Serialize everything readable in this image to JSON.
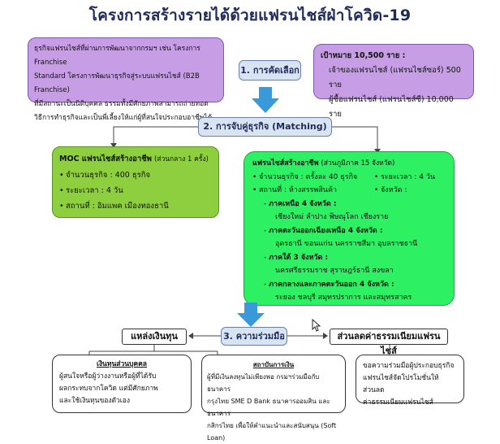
{
  "title": "โครงการสร้างรายได้ด้วยแฟรนไชส์ฝ่าโควิด-19",
  "left_box": {
    "lines": [
      "ธุรกิจแฟรนไชส์ที่ผ่านการพัฒนาจากกรมฯ เช่น โครงการ Franchise",
      "Standard โครงการพัฒนาธุรกิจสู่ระบบแฟรนไชส์ (B2B  Franchise)",
      "ที่มีสถานะเป็นนิติบุคคล ธรรมทั้งมีศักยภาพสามารถถ่ายทอด",
      "วิธีการทำธุรกิจและเป็นพี่เลี้ยงให้แก่ผู้ที่สนใจประกอบอาชีพได้"
    ]
  },
  "step1": "1. การคัดเลือก",
  "right_box": {
    "target": "เป้าหมาย 10,500 ราย :",
    "lines": [
      "เจ้าของแฟรนไชส์ (แฟรนไชส์ซอร์) 500 ราย",
      "ผู้ซื้อแฟรนไชส์ (แฟรนไชส์ซี) 10,000 ราย"
    ]
  },
  "step2": "2. การจับคู่ธุรกิจ (Matching)",
  "moc_box": {
    "title": "MOC แฟรนไชส์สร้างอาชีพ",
    "title_suffix": "(ส่วนกลาง 1 ครั้ง)",
    "items": [
      "จำนวนธุรกิจ : 400 ธุรกิจ",
      "ระยะเวลา : 4 วัน",
      "สถานที่ : อิมแพค เมืองทองธานี"
    ]
  },
  "regional_box": {
    "title": "แฟรนไชส์สร้างอาชีพ",
    "title_suffix": "(ส่วนภูมิภาค 15 จังหวัด)",
    "items": [
      "จำนวนธุรกิจ : ครั้งละ 40 ธุรกิจ",
      "สถานที่ : ห้างสรรพสินค้า"
    ],
    "items_right": [
      "ระยะเวลา : 4 วัน",
      "จังหวัด :"
    ],
    "regions": [
      {
        "name": "ภาคเหนือ 4 จังหวัด :",
        "provinces": "เชียงใหม่ ลำปาง  พิษณุโลก เชียงราย"
      },
      {
        "name": "ภาคตะวันออกเฉียงเหนือ 4 จังหวัด :",
        "provinces": "อุดรธานี ขอนแก่น นครราชสีมา อุบลราชธานี"
      },
      {
        "name": "ภาคใต้ 3 จังหวัด :",
        "provinces": "นครศรีธรรมราช สุราษฎร์ธานี สงขลา"
      },
      {
        "name": "ภาคกลางและภาคตะวันออก 4 จังหวัด :",
        "provinces": "ระยอง ชลบุรี สมุทรปราการ และสมุทรสาคร"
      }
    ]
  },
  "step3": "3. ความร่วมมือ",
  "funding_label": "แหล่งเงินทุน",
  "discount_label": "ส่วนลดค่าธรรมเนียมแฟรนไชส์",
  "personal_box": {
    "title": "เงินทุนส่วนบุคคล",
    "lines": [
      "ผู้สนใจหรือผู้ว่างงานหรือผู้ที่ได้รับ",
      "ผลกระทบจากโควิด แต่มีศักยภาพ",
      "และใช้เงินทุนของตัวเอง"
    ]
  },
  "finance_box": {
    "title": "สถาบันการเงิน",
    "lines": [
      "ผู้ที่มีเงินลงทุนไม่เพียงพอ กรมฯร่วมมือกับธนาคาร",
      "กรุงไทย SME D Bank ธนาคารออมสิน และธนาคาร",
      "กสิกรไทย เพื่อให้คำแนะนำและสนับสนุน (Soft Loan)"
    ]
  },
  "discount_box": {
    "lines": [
      "ขอความร่วมมือผู้ประกอบธุรกิจ",
      "แฟรนไชส์จัดโปรโมชั่นให้ส่วนลด",
      "ค่าธรรมเนียมแฟรนไชส์"
    ]
  },
  "colors": {
    "purple": "#c79ee6",
    "step_fill": "#d9e4f2",
    "green_dark": "#8dcf3e",
    "green_bright": "#2ef063",
    "arrow_blue": "#3a9ad9"
  }
}
